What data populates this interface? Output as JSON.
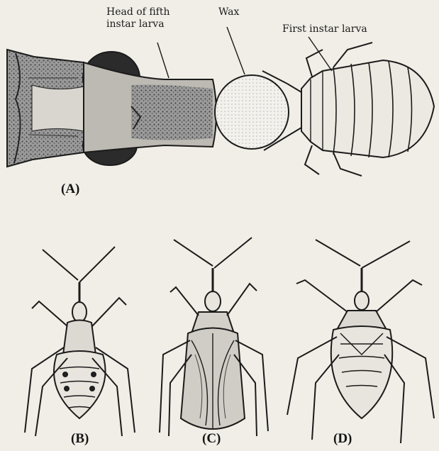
{
  "labels": {
    "head_line1": "Head of fifth",
    "head_line2": "instar larva",
    "wax": "Wax",
    "first_instar": "First instar larva"
  },
  "panels": [
    "(A)",
    "(B)",
    "(C)",
    "(D)"
  ],
  "colors": {
    "paper": "#f1eee7",
    "ink": "#1b1b1b",
    "dark_fill": "#2b2b2b",
    "mid_fill": "#7d7d7d"
  }
}
